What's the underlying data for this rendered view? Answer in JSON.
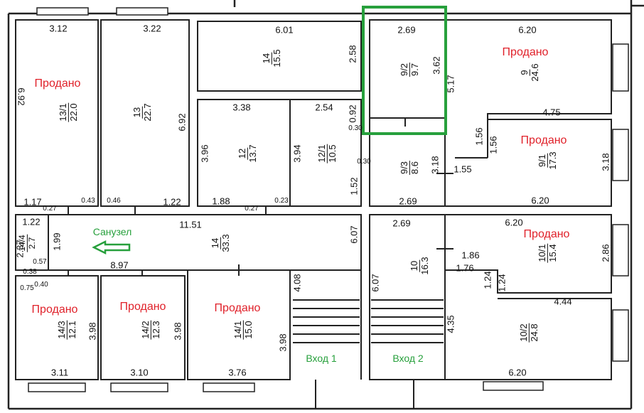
{
  "status_sold": "Продано",
  "rooms": [
    {
      "id": "13/1",
      "area": "22.0",
      "sold": true
    },
    {
      "id": "13",
      "area": "22.7",
      "sold": false
    },
    {
      "id": "14",
      "area": "15.5",
      "sold": false
    },
    {
      "id": "12",
      "area": "13.7",
      "sold": false
    },
    {
      "id": "12/1",
      "area": "10.5",
      "sold": false
    },
    {
      "id": "9/2",
      "area": "9.7",
      "sold": false
    },
    {
      "id": "9/3",
      "area": "8.6",
      "sold": false
    },
    {
      "id": "9",
      "area": "24.6",
      "sold": true
    },
    {
      "id": "9/1",
      "area": "17.3",
      "sold": true
    },
    {
      "id": "14/4",
      "area": "2.7",
      "sold": false
    },
    {
      "id": "14",
      "area": "33.3",
      "sold": false
    },
    {
      "id": "10",
      "area": "16.3",
      "sold": false
    },
    {
      "id": "10/1",
      "area": "15.4",
      "sold": true
    },
    {
      "id": "14/3",
      "area": "12.1",
      "sold": true
    },
    {
      "id": "14/2",
      "area": "12.3",
      "sold": true
    },
    {
      "id": "14/1",
      "area": "15.0",
      "sold": true
    },
    {
      "id": "10/2",
      "area": "24.8",
      "sold": false
    }
  ],
  "labels": {
    "bathroom": "Санузел",
    "entrance_1": "Вход 1",
    "entrance_2": "Вход 2"
  },
  "dimensions": [
    "3.12",
    "3.22",
    "6.01",
    "2.69",
    "6.20",
    "6.92",
    "2.58",
    "3.62",
    "5.17",
    "6.92",
    "3.38",
    "2.54",
    "0.92",
    "4.75",
    "0.30",
    "1.56",
    "1.56",
    "3.96",
    "3.94",
    "3.18",
    "3.18",
    "1.55",
    "0.30",
    "1.52",
    "1.17",
    "0.43",
    "0.46",
    "1.22",
    "1.88",
    "0.23",
    "2.69",
    "6.20",
    "0.27",
    "0.27",
    "1.22",
    "11.51",
    "6.07",
    "2.69",
    "6.20",
    "1.99",
    "2.37",
    "0.57",
    "1.86",
    "2.86",
    "0.38",
    "8.97",
    "1.76",
    "1.24",
    "1.24",
    "0.40",
    "0.75",
    "4.08",
    "6.07",
    "4.44",
    "3.98",
    "3.98",
    "3.98",
    "4.35",
    "3.11",
    "3.10",
    "3.76",
    "6.20"
  ],
  "colors": {
    "sold": "#e0212a",
    "accent": "#27a03c",
    "wall": "#222222"
  }
}
